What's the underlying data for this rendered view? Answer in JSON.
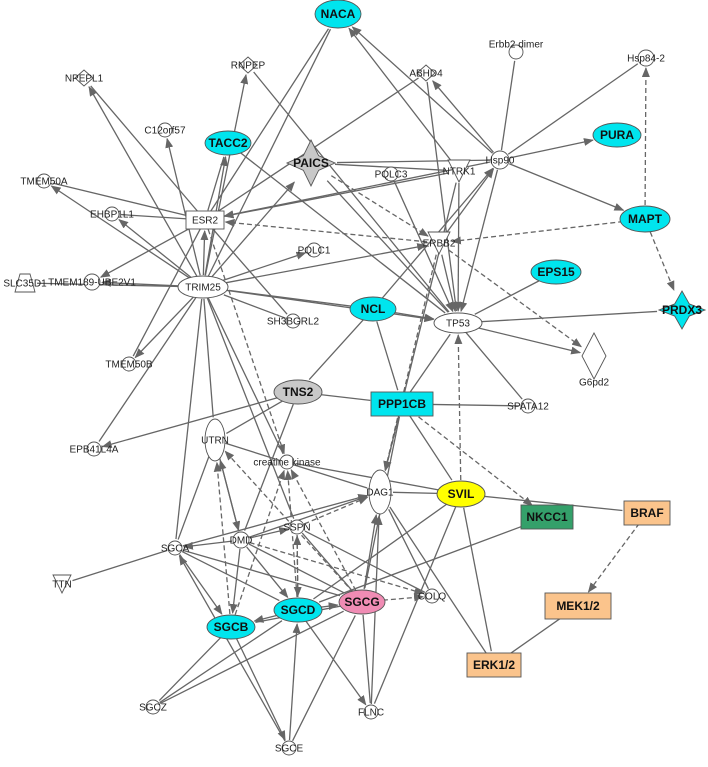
{
  "colors": {
    "default": "#ffffff",
    "cyan": "#00e5ee",
    "gray": "#c8c8c8",
    "yellow": "#ffff00",
    "pink": "#f08cb4",
    "green": "#34a06a",
    "orange": "#fbc48c"
  },
  "nodes": [
    {
      "id": "NACA",
      "label": "NACA",
      "shape": "ellipse",
      "color": "cyan",
      "bold": true
    },
    {
      "id": "Erbb2dimer",
      "label": "Erbb2 dimer",
      "shape": "circle"
    },
    {
      "id": "Hsp84-2",
      "label": "Hsp84-2",
      "shape": "circle"
    },
    {
      "id": "NPEPL1",
      "label": "NPEPL1",
      "shape": "diamond"
    },
    {
      "id": "RNPEP",
      "label": "RNPEP",
      "shape": "diamond"
    },
    {
      "id": "ABHD4",
      "label": "ABHD4",
      "shape": "diamond"
    },
    {
      "id": "C12orf57",
      "label": "C12orf57",
      "shape": "circle"
    },
    {
      "id": "TACC2",
      "label": "TACC2",
      "shape": "ellipse",
      "color": "cyan",
      "bold": true
    },
    {
      "id": "PAICS",
      "label": "PAICS",
      "shape": "star",
      "color": "gray",
      "bold": true
    },
    {
      "id": "PURA",
      "label": "PURA",
      "shape": "ellipse",
      "color": "cyan",
      "bold": true
    },
    {
      "id": "Hsp90",
      "label": "Hsp90",
      "shape": "circle"
    },
    {
      "id": "TMEM50A",
      "label": "TMEM50A",
      "shape": "circle"
    },
    {
      "id": "PQLC3",
      "label": "PQLC3",
      "shape": "circle"
    },
    {
      "id": "NTRK1",
      "label": "NTRK1",
      "shape": "triangle"
    },
    {
      "id": "EHBP1L1",
      "label": "EHBP1L1",
      "shape": "circle"
    },
    {
      "id": "ESR2",
      "label": "ESR2",
      "shape": "rect"
    },
    {
      "id": "MAPT",
      "label": "MAPT",
      "shape": "ellipse",
      "color": "cyan",
      "bold": true
    },
    {
      "id": "ERBB2",
      "label": "ERBB2",
      "shape": "triangle"
    },
    {
      "id": "PQLC1",
      "label": "PQLC1",
      "shape": "circle"
    },
    {
      "id": "EPS15",
      "label": "EPS15",
      "shape": "ellipse",
      "color": "cyan",
      "bold": true
    },
    {
      "id": "TMEM189",
      "label": "TMEM189-UBE2V1",
      "shape": "circle"
    },
    {
      "id": "SLC35D1",
      "label": "SLC35D1",
      "shape": "trapezoid"
    },
    {
      "id": "TRIM25",
      "label": "TRIM25",
      "shape": "ellipse"
    },
    {
      "id": "SH3BGRL2",
      "label": "SH3BGRL2",
      "shape": "circle"
    },
    {
      "id": "NCL",
      "label": "NCL",
      "shape": "ellipse",
      "color": "cyan",
      "bold": true
    },
    {
      "id": "TP53",
      "label": "TP53",
      "shape": "ellipse"
    },
    {
      "id": "PRDX3",
      "label": "PRDX3",
      "shape": "star",
      "color": "cyan",
      "bold": true
    },
    {
      "id": "TMEM50B",
      "label": "TMEM50B",
      "shape": "circle"
    },
    {
      "id": "G6pd2",
      "label": "G6pd2",
      "shape": "diamond"
    },
    {
      "id": "TNS2",
      "label": "TNS2",
      "shape": "ellipse",
      "color": "gray",
      "bold": true
    },
    {
      "id": "PPP1CB",
      "label": "PPP1CB",
      "shape": "rect",
      "color": "cyan",
      "bold": true
    },
    {
      "id": "SPATA12",
      "label": "SPATA12",
      "shape": "circle"
    },
    {
      "id": "EPB41L4A",
      "label": "EPB41L4A",
      "shape": "circle"
    },
    {
      "id": "UTRN",
      "label": "UTRN",
      "shape": "vellipse"
    },
    {
      "id": "creatine",
      "label": "creatine kinase",
      "shape": "circle"
    },
    {
      "id": "SVIL",
      "label": "SVIL",
      "shape": "ellipse",
      "color": "yellow",
      "bold": true
    },
    {
      "id": "DAG1",
      "label": "DAG1",
      "shape": "vellipse"
    },
    {
      "id": "NKCC1",
      "label": "NKCC1",
      "shape": "rect",
      "color": "green",
      "bold": true
    },
    {
      "id": "BRAF",
      "label": "BRAF",
      "shape": "rect",
      "color": "orange",
      "bold": true
    },
    {
      "id": "SSPN",
      "label": "SSPN",
      "shape": "circle"
    },
    {
      "id": "SGCA",
      "label": "SGCA",
      "shape": "circle"
    },
    {
      "id": "DMD",
      "label": "DMD",
      "shape": "circle"
    },
    {
      "id": "TTN",
      "label": "TTN",
      "shape": "triangle"
    },
    {
      "id": "COLQ",
      "label": "COLQ",
      "shape": "circle"
    },
    {
      "id": "MEK12",
      "label": "MEK1/2",
      "shape": "rect",
      "color": "orange",
      "bold": true
    },
    {
      "id": "SGCG",
      "label": "SGCG",
      "shape": "ellipse",
      "color": "pink",
      "bold": true
    },
    {
      "id": "SGCD",
      "label": "SGCD",
      "shape": "ellipse",
      "color": "cyan",
      "bold": true
    },
    {
      "id": "SGCB",
      "label": "SGCB",
      "shape": "ellipse",
      "color": "cyan",
      "bold": true
    },
    {
      "id": "ERK12",
      "label": "ERK1/2",
      "shape": "rect",
      "color": "orange",
      "bold": true
    },
    {
      "id": "SGCZ",
      "label": "SGCZ",
      "shape": "circle"
    },
    {
      "id": "FLNC",
      "label": "FLNC",
      "shape": "circle"
    },
    {
      "id": "SGCE",
      "label": "SGCE",
      "shape": "circle"
    }
  ],
  "edges": [
    [
      "ESR2",
      "NACA",
      "line"
    ],
    [
      "TRIM25",
      "NACA",
      "line"
    ],
    [
      "Hsp90",
      "NACA",
      "arrow"
    ],
    [
      "Hsp90",
      "ABHD4",
      "arrow"
    ],
    [
      "Hsp90",
      "Erbb2dimer",
      "line"
    ],
    [
      "Hsp90",
      "Hsp84-2",
      "line"
    ],
    [
      "Hsp90",
      "PURA",
      "arrow"
    ],
    [
      "Hsp90",
      "MAPT",
      "arrow"
    ],
    [
      "Hsp90",
      "PAICS",
      "line"
    ],
    [
      "Hsp90",
      "ESR2",
      "arrow"
    ],
    [
      "Hsp90",
      "TP53",
      "arrow"
    ],
    [
      "NCL",
      "Hsp90",
      "arrow"
    ],
    [
      "ABHD4",
      "ESR2",
      "line"
    ],
    [
      "ABHD4",
      "TP53",
      "line"
    ],
    [
      "RNPEP",
      "TP53",
      "line"
    ],
    [
      "TRIM25",
      "NPEPL1",
      "arrow"
    ],
    [
      "ESR2",
      "NPEPL1",
      "line"
    ],
    [
      "TRIM25",
      "RNPEP",
      "arrow"
    ],
    [
      "TRIM25",
      "C12orf57",
      "arrow"
    ],
    [
      "TRIM25",
      "TMEM50A",
      "arrow"
    ],
    [
      "TRIM25",
      "EHBP1L1",
      "arrow"
    ],
    [
      "TRIM25",
      "TMEM189",
      "arrow"
    ],
    [
      "TRIM25",
      "SLC35D1",
      "line"
    ],
    [
      "TRIM25",
      "TMEM50B",
      "arrow"
    ],
    [
      "TRIM25",
      "PAICS",
      "arrow"
    ],
    [
      "TRIM25",
      "ESR2",
      "arrow"
    ],
    [
      "TRIM25",
      "PQLC1",
      "arrow"
    ],
    [
      "TRIM25",
      "TP53",
      "arrow"
    ],
    [
      "TRIM25",
      "EPB41L4A",
      "line"
    ],
    [
      "TRIM25",
      "UTRN",
      "line"
    ],
    [
      "TRIM25",
      "creatine",
      "line"
    ],
    [
      "TRIM25",
      "SGCA",
      "line"
    ],
    [
      "TRIM25",
      "SSPN",
      "line"
    ],
    [
      "TRIM25",
      "ERBB2",
      "arrow"
    ],
    [
      "TRIM25",
      "TACC2",
      "arrow"
    ],
    [
      "ESR2",
      "TMEM50A",
      "line"
    ],
    [
      "ESR2",
      "EHBP1L1",
      "line"
    ],
    [
      "ESR2",
      "TMEM189",
      "arrow"
    ],
    [
      "ESR2",
      "TACC2",
      "line"
    ],
    [
      "ESR2",
      "TMEM50B",
      "line"
    ],
    [
      "ESR2",
      "SH3BGRL2",
      "line"
    ],
    [
      "ESR2",
      "creatine",
      "dashed"
    ],
    [
      "ERBB2",
      "ESR2",
      "dashed"
    ],
    [
      "NTRK1",
      "ESR2",
      "arrow"
    ],
    [
      "PAICS",
      "NTRK1",
      "line"
    ],
    [
      "PAICS",
      "TP53",
      "line"
    ],
    [
      "PAICS",
      "ERBB2",
      "dashed"
    ],
    [
      "PQLC3",
      "TP53",
      "arrow"
    ],
    [
      "NTRK1",
      "TP53",
      "arrow"
    ],
    [
      "NTRK1",
      "NACA",
      "arrow"
    ],
    [
      "TACC2",
      "TP53",
      "line"
    ],
    [
      "ERBB2",
      "Hsp90",
      "arrow"
    ],
    [
      "ERBB2",
      "TP53",
      "arrow"
    ],
    [
      "ERBB2",
      "DAG1",
      "dashed"
    ],
    [
      "ERBB2",
      "G6pd2",
      "dashed"
    ],
    [
      "NTRK1",
      "DAG1",
      "arrow"
    ],
    [
      "MAPT",
      "PRDX3",
      "dashed"
    ],
    [
      "MAPT",
      "Hsp84-2",
      "dashed"
    ],
    [
      "MAPT",
      "ERBB2",
      "dashed"
    ],
    [
      "EPS15",
      "TP53",
      "line"
    ],
    [
      "NCL",
      "TP53",
      "arrow"
    ],
    [
      "NCL",
      "TRIM25",
      "line"
    ],
    [
      "NCL",
      "PPP1CB",
      "line"
    ],
    [
      "NCL",
      "TNS2",
      "line"
    ],
    [
      "TP53",
      "PRDX3",
      "line"
    ],
    [
      "TP53",
      "G6pd2",
      "arrow"
    ],
    [
      "TP53",
      "SPATA12",
      "line"
    ],
    [
      "PPP1CB",
      "TP53",
      "line"
    ],
    [
      "PPP1CB",
      "SPATA12",
      "line"
    ],
    [
      "PPP1CB",
      "DAG1",
      "dashed"
    ],
    [
      "PPP1CB",
      "SVIL",
      "line"
    ],
    [
      "PPP1CB",
      "NKCC1",
      "dashed"
    ],
    [
      "PPP1CB",
      "SGCG",
      "line"
    ],
    [
      "TNS2",
      "PPP1CB",
      "line"
    ],
    [
      "TNS2",
      "EPB41L4A",
      "arrow"
    ],
    [
      "TNS2",
      "UTRN",
      "line"
    ],
    [
      "TNS2",
      "DMD",
      "line"
    ],
    [
      "SVIL",
      "TP53",
      "dashed"
    ],
    [
      "SVIL",
      "BRAF",
      "line"
    ],
    [
      "SVIL",
      "DAG1",
      "line"
    ],
    [
      "SVIL",
      "ERK12",
      "line"
    ],
    [
      "SVIL",
      "FLNC",
      "line"
    ],
    [
      "SVIL",
      "SGCD",
      "line"
    ],
    [
      "SVIL",
      "creatine",
      "line"
    ],
    [
      "BRAF",
      "MEK12",
      "dashed"
    ],
    [
      "MEK12",
      "ERK12",
      "line"
    ],
    [
      "ERK12",
      "DAG1",
      "line"
    ],
    [
      "NKCC1",
      "SGCD",
      "line"
    ],
    [
      "UTRN",
      "DAG1",
      "line"
    ],
    [
      "UTRN",
      "DMD",
      "arrow"
    ],
    [
      "UTRN",
      "SGCA",
      "line"
    ],
    [
      "DMD",
      "DAG1",
      "line"
    ],
    [
      "DMD",
      "SGCA",
      "arrow"
    ],
    [
      "DMD",
      "SSPN",
      "arrow"
    ],
    [
      "DMD",
      "SGCB",
      "arrow"
    ],
    [
      "DMD",
      "SGCD",
      "arrow"
    ],
    [
      "DMD",
      "SGCG",
      "line"
    ],
    [
      "DMD",
      "COLQ",
      "dashed"
    ],
    [
      "DMD",
      "UTRN",
      "arrow"
    ],
    [
      "SGCA",
      "SGCB",
      "arrow"
    ],
    [
      "SGCA",
      "DAG1",
      "arrow"
    ],
    [
      "SGCA",
      "SGCD",
      "line"
    ],
    [
      "SGCA",
      "SGCG",
      "line"
    ],
    [
      "SGCA",
      "TTN",
      "line"
    ],
    [
      "SSPN",
      "SGCD",
      "dashed"
    ],
    [
      "SSPN",
      "SGCG",
      "line"
    ],
    [
      "SSPN",
      "DAG1",
      "dashed"
    ],
    [
      "SGCD",
      "SGCG",
      "arrow"
    ],
    [
      "SGCD",
      "SGCB",
      "arrow"
    ],
    [
      "SGCD",
      "SSPN",
      "dashed"
    ],
    [
      "SGCD",
      "creatine",
      "dashed"
    ],
    [
      "SGCD",
      "FLNC",
      "arrow"
    ],
    [
      "SGCG",
      "SGCB",
      "line"
    ],
    [
      "SGCG",
      "COLQ",
      "dashed"
    ],
    [
      "SGCG",
      "DAG1",
      "arrow"
    ],
    [
      "SGCG",
      "creatine",
      "dashed"
    ],
    [
      "SGCG",
      "FLNC",
      "line"
    ],
    [
      "SGCG",
      "UTRN",
      "dashed"
    ],
    [
      "SGCB",
      "SGCZ",
      "line"
    ],
    [
      "SGCB",
      "SGCE",
      "arrow"
    ],
    [
      "SGCB",
      "UTRN",
      "dashed"
    ],
    [
      "SGCB",
      "creatine",
      "dashed"
    ],
    [
      "SGCZ",
      "SGCD",
      "line"
    ],
    [
      "SGCZ",
      "SGCG",
      "line"
    ],
    [
      "SGCE",
      "SGCD",
      "arrow"
    ],
    [
      "SGCE",
      "SGCG",
      "line"
    ],
    [
      "SGCE",
      "SGCA",
      "arrow"
    ],
    [
      "FLNC",
      "DAG1",
      "arrow"
    ],
    [
      "COLQ",
      "DAG1",
      "line"
    ],
    [
      "COLQ",
      "SSPN",
      "line"
    ],
    [
      "SH3BGRL2",
      "TRIM25",
      "line"
    ]
  ]
}
